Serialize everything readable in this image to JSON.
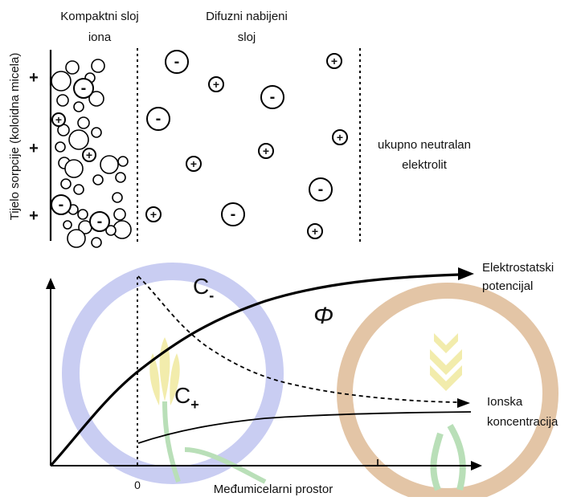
{
  "top": {
    "compact_label": [
      "Kompaktni sloj",
      "iona"
    ],
    "diffuse_label": [
      "Difuzni nabijeni",
      "sloj"
    ],
    "neutral_label": [
      "ukupno neutralan",
      "elektrolit"
    ],
    "body_label": "Tijelo sorpcije (koloidna micela)",
    "surface_charge": "+"
  },
  "ion_symbols": {
    "positive": "+",
    "negative": "-"
  },
  "graph": {
    "xlabel": "Međumicelarni prostor",
    "origin_label": "0",
    "potential_label": [
      "Elektrostatski",
      "potencijal"
    ],
    "potential_symbol": "Φ",
    "concentration_label": [
      "Ionska",
      "koncentracija"
    ],
    "c_minus": {
      "base": "C",
      "sub": "-"
    },
    "c_plus": {
      "base": "C",
      "sub": "+"
    }
  },
  "colors": {
    "line": "#000000",
    "watermark_blue": "#c9cdf2",
    "watermark_brown": "#e3c5a6",
    "watermark_yellow": "#f2ecac",
    "watermark_green": "#b9dfb8"
  }
}
